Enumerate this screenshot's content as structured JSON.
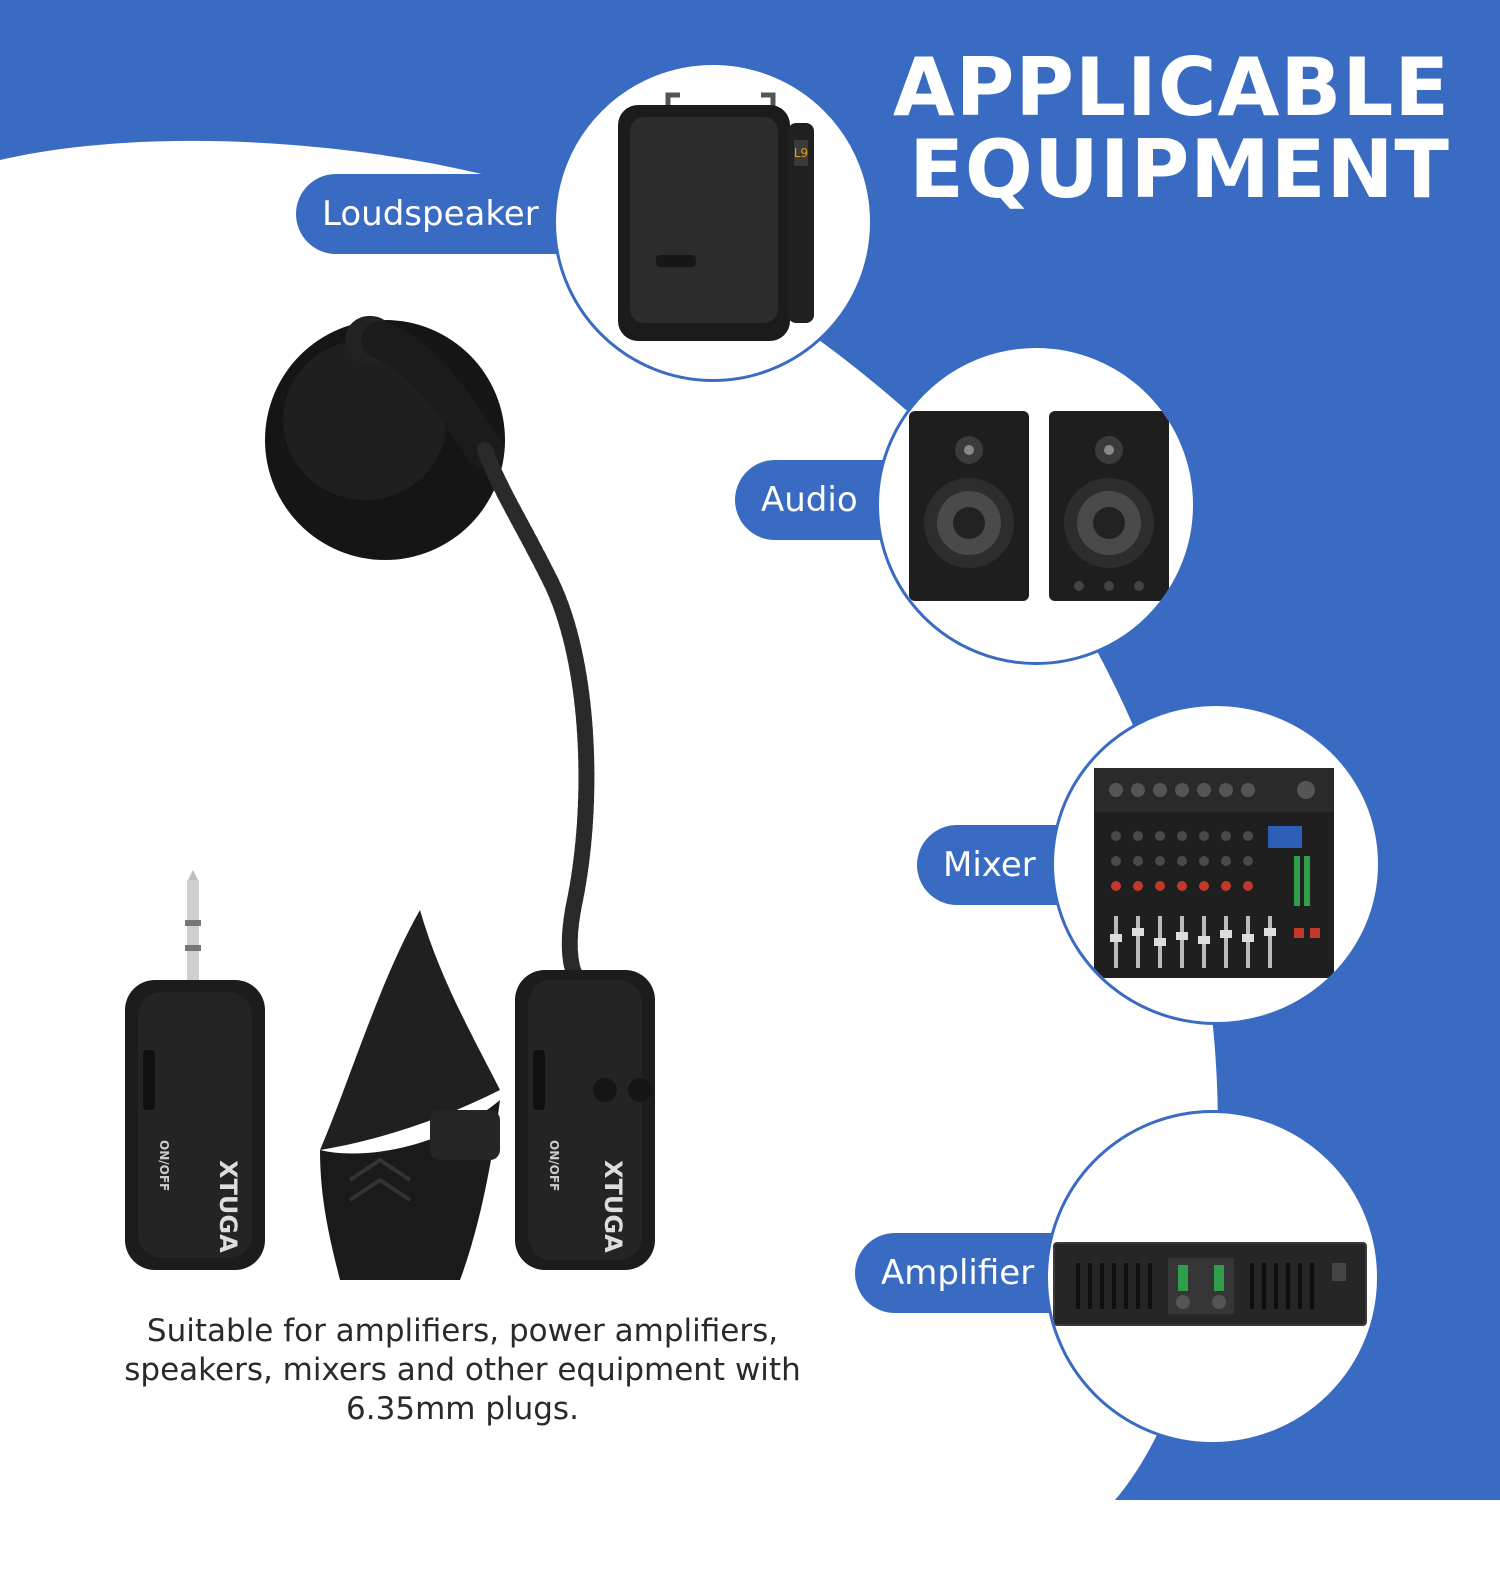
{
  "heading": {
    "line1": "APPLICABLE",
    "line2": "EQUIPMENT"
  },
  "equipment": [
    {
      "label": "Loudspeaker",
      "icon": "loudspeaker-icon"
    },
    {
      "label": "Audio",
      "icon": "studio-speakers-icon"
    },
    {
      "label": "Mixer",
      "icon": "mixer-icon"
    },
    {
      "label": "Amplifier",
      "icon": "amplifier-icon"
    }
  ],
  "product": {
    "brand": "XTUGA",
    "switch_label": "ON/OFF"
  },
  "caption": {
    "line1": "Suitable for amplifiers, power amplifiers,",
    "line2": "speakers, mixers and other equipment with",
    "line3": "6.35mm plugs."
  },
  "colors": {
    "accent": "#3a6bc2",
    "background": "#ffffff",
    "caption_text": "#2a2a2a"
  }
}
